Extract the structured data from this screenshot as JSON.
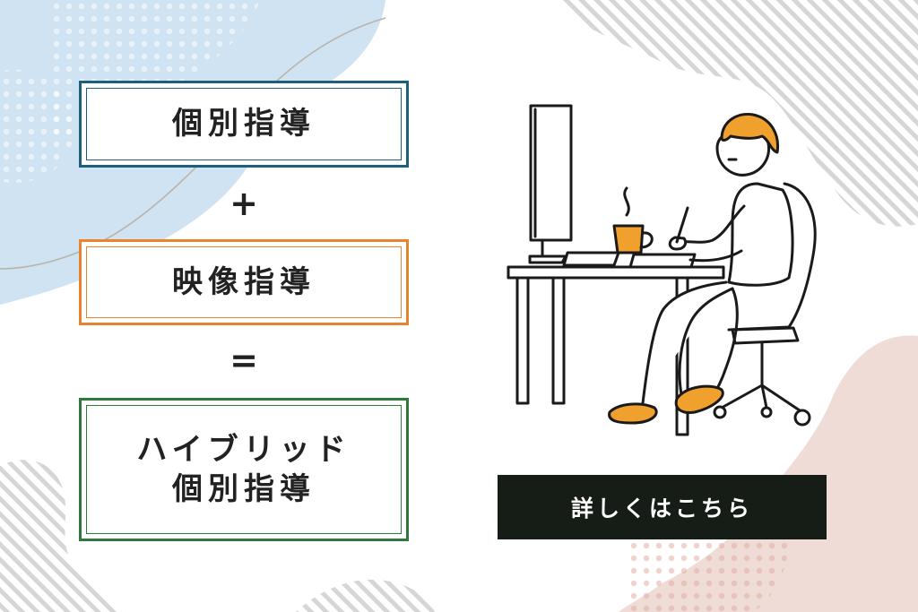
{
  "boxes": {
    "individual": "個別指導",
    "video": "映像指導",
    "hybrid_line1": "ハイブリッド",
    "hybrid_line2": "個別指導"
  },
  "operators": {
    "plus": "+",
    "equals": "="
  },
  "cta": {
    "label": "詳しくはこちら"
  },
  "colors": {
    "individual_border": "#1e5f7e",
    "video_border": "#e8842f",
    "hybrid_border": "#2f7a3a",
    "cta_bg": "#151d16",
    "accent_orange": "#f0a02c",
    "blob_blue": "#cfe3f2",
    "blob_pink": "#f0dcd6"
  },
  "illustration": {
    "icon": "person-at-desk-icon"
  }
}
